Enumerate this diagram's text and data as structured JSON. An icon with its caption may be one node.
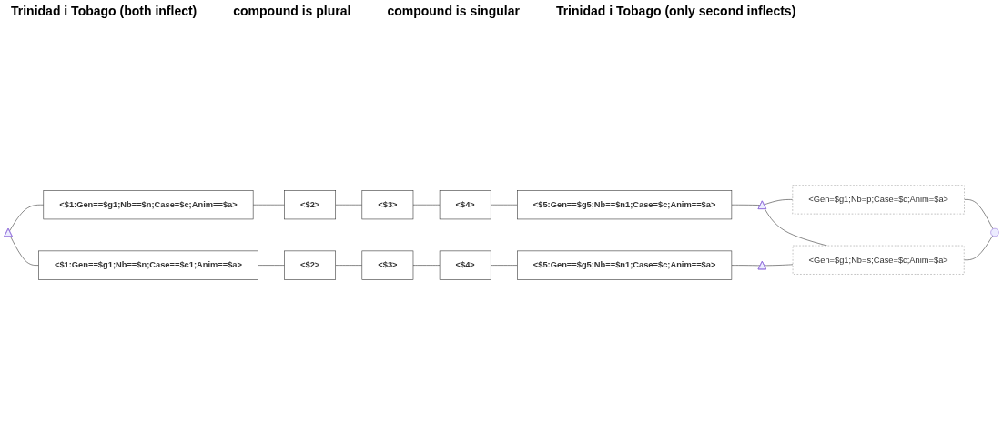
{
  "diagram": {
    "nodes": [
      {
        "text": [],
        "shape": "triangle"
      },
      {
        "text": [
          "<$1:Gen==$g1;Nb==$n;Case=$c;Anim==$a>"
        ]
      },
      {
        "text": [
          "<$2>"
        ]
      },
      {
        "text": [
          "<$3>"
        ]
      },
      {
        "text": [
          "<$4>"
        ]
      },
      {
        "text": [
          "<$5:Gen==$g5;Nb==$n1;Case=$c;Anim==$a>"
        ]
      },
      {
        "text": [],
        "shape": "triangle"
      },
      {
        "text": [
          "<Gen=$g1;Nb=p;Case=$c;Anim=$a>"
        ]
      },
      {
        "text": [],
        "shape": "triangle"
      },
      {
        "text": [
          "<Gen=$g1;Nb=s;Case=$c;Anim=$a>"
        ]
      },
      {
        "text": [],
        "shape": "circle"
      },
      {
        "text": [
          "<$2>"
        ]
      },
      {
        "text": [
          "<$3>"
        ]
      },
      {
        "text": [
          "<$4>"
        ]
      },
      {
        "text": [
          "<$1:Gen==$g1;Nb==$n;Case==$c1;Anim==$a>"
        ]
      },
      {
        "text": [
          "<$5:Gen==$g5;Nb==$n1;Case=$c;Anim==$a>"
        ]
      }
    ],
    "edges": [
      {
        "from": 0,
        "to": 1,
        "arrow": "none"
      },
      {
        "from": 0,
        "to": 14,
        "arrow": "none"
      },
      {
        "from": 1,
        "to": 2,
        "arrow": "none"
      },
      {
        "from": 2,
        "to": 3,
        "arrow": "none"
      },
      {
        "from": 3,
        "to": 4,
        "arrow": "none"
      },
      {
        "from": 4,
        "to": 5,
        "arrow": "none"
      },
      {
        "from": 5,
        "to": 6,
        "arrow": "none"
      },
      {
        "from": 6,
        "to": 7,
        "arrow": "none"
      },
      {
        "from": 6,
        "to": 9,
        "arrow": "none"
      },
      {
        "from": 8,
        "to": 9,
        "arrow": "none"
      },
      {
        "from": 7,
        "to": 10,
        "arrow": "none"
      },
      {
        "from": 9,
        "to": 10,
        "arrow": "none"
      },
      {
        "from": 14,
        "to": 11,
        "arrow": "none"
      },
      {
        "from": 11,
        "to": 12,
        "arrow": "none"
      },
      {
        "from": 12,
        "to": 13,
        "arrow": "none"
      },
      {
        "from": 13,
        "to": 15,
        "arrow": "none"
      },
      {
        "from": 15,
        "to": 8,
        "arrow": "none"
      }
    ],
    "labels": [
      "Trinidad i Tobago (both inflect)",
      "compound is plural",
      "compound is singular",
      "Trinidad i Tobago (only second inflects)"
    ]
  }
}
